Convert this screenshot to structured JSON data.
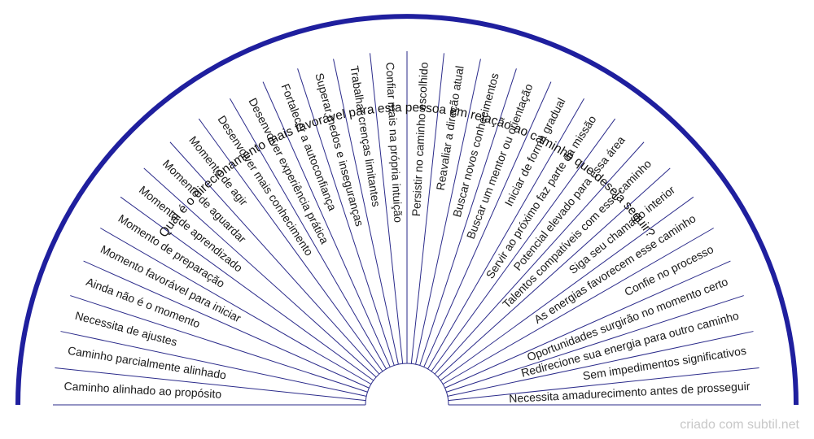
{
  "title": "Qual é o direcionamento mais favorável para esta pessoa em relação ao caminho que deseja seguir?",
  "credit": "criado com subtil.net",
  "colors": {
    "outer_arc": "#1f1f9e",
    "divider": "#2a2a8a",
    "text": "#1a1a1a"
  },
  "labels": [
    "Caminho alinhado ao propósito",
    "Caminho parcialmente alinhado",
    "Necessita de ajustes",
    "Ainda não é o momento",
    "Momento favorável para iniciar",
    "Momento de preparação",
    "Momento de aprendizado",
    "Momento de aguardar",
    "Momento de agir",
    "Desenvolver mais conhecimento",
    "Desenvolver experiência prática",
    "Fortalecer a autoconfiança",
    "Superar medos e inseguranças",
    "Trabalhar crenças limitantes",
    "Confiar mais na própria intuição",
    "Persistir no caminho escolhido",
    "Reavaliar a direção atual",
    "Buscar novos conhecimentos",
    "Buscar um mentor ou orientação",
    "Iniciar de forma gradual",
    "Servir ao próximo faz parte da missão",
    "Potencial elevado para essa área",
    "Talentos compatíveis com esse caminho",
    "Siga seu chamado interior",
    "As energias favorecem esse caminho",
    "Confie no processo",
    "Oportunidades surgirão no momento certo",
    "Redirecione sua energia para outro caminho",
    "Sem impedimentos significativos",
    "Necessita amadurecimento antes de prosseguir"
  ]
}
